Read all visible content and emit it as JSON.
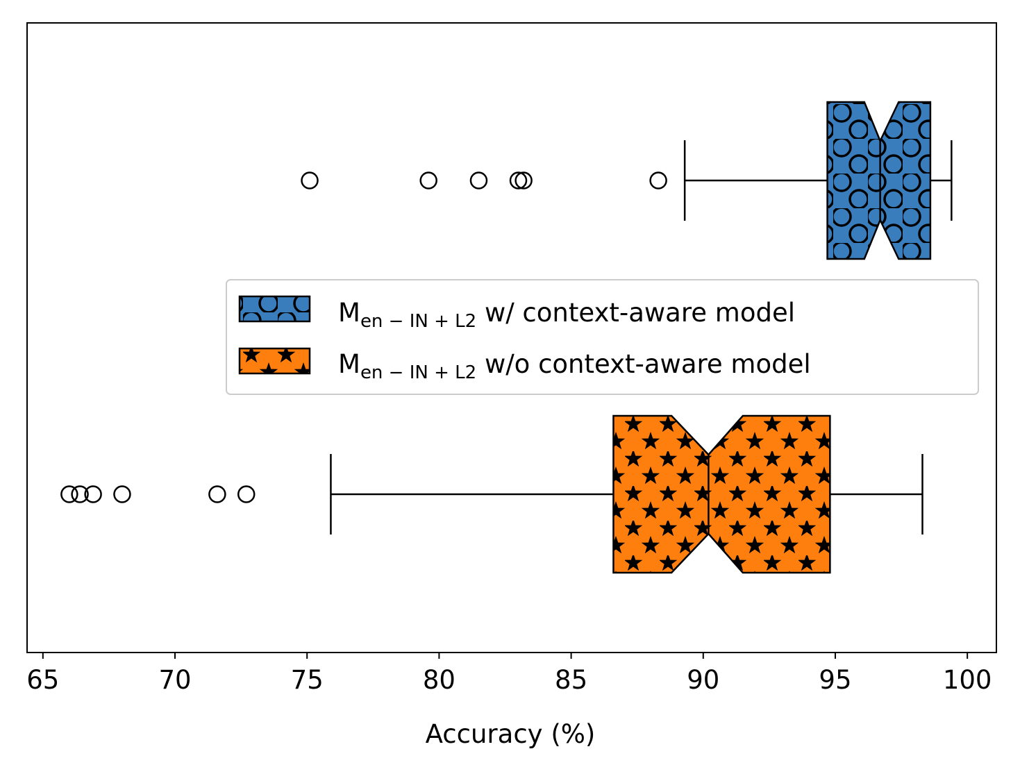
{
  "chart_data": {
    "type": "boxplot",
    "orientation": "horizontal",
    "notched": true,
    "xlabel": "Accuracy (%)",
    "ylabel": "",
    "xlim": [
      64.4,
      101.1
    ],
    "xticks": [
      65,
      70,
      75,
      80,
      85,
      90,
      95,
      100
    ],
    "xtick_labels": [
      "65",
      "70",
      "75",
      "80",
      "85",
      "90",
      "95",
      "100"
    ],
    "grid": false,
    "legend_position": "center-right",
    "series": [
      {
        "legend_main": "M",
        "legend_sub": "en − IN + L2",
        "legend_rest": " w/ context-aware model",
        "color": "#3a7dbd",
        "hatch": "circles",
        "whisker_low": 89.3,
        "q1": 94.7,
        "notch_low": 96.1,
        "median": 96.7,
        "notch_high": 97.4,
        "q3": 98.6,
        "whisker_high": 99.4,
        "outliers": [
          75.1,
          79.6,
          81.5,
          83.0,
          83.2,
          88.3
        ]
      },
      {
        "legend_main": "M",
        "legend_sub": "en − IN + L2",
        "legend_rest": " w/o context-aware model",
        "color": "#ff7f0e",
        "hatch": "stars",
        "whisker_low": 75.9,
        "q1": 86.6,
        "notch_low": 88.8,
        "median": 90.2,
        "notch_high": 91.5,
        "q3": 94.8,
        "whisker_high": 98.3,
        "outliers": [
          66.0,
          66.4,
          66.9,
          68.0,
          71.6,
          72.7
        ]
      }
    ]
  }
}
